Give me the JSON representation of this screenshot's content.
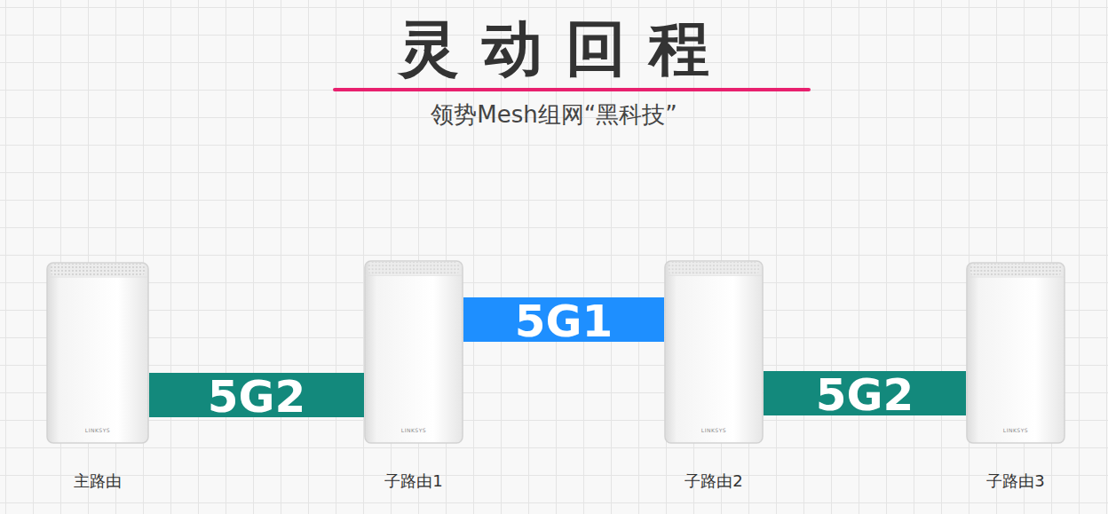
{
  "diagram": {
    "title": "灵动回程",
    "nodes": [
      {
        "text": [
          "LINKSYS",
          "主路由"
        ]
      },
      {
        "text": [
          "LINKSYS",
          "子路由1"
        ]
      },
      {
        "text": [
          "LINKSYS",
          "子路由2"
        ]
      },
      {
        "text": [
          "LINKSYS",
          "子路由3"
        ]
      }
    ],
    "edges": [
      {
        "from": 0,
        "to": 1,
        "arrow": "none",
        "label": "5G2"
      },
      {
        "from": 1,
        "to": 2,
        "arrow": "none",
        "label": "5G1"
      },
      {
        "from": 2,
        "to": 3,
        "arrow": "none",
        "label": "5G2"
      }
    ],
    "labels": [
      "领势Mesh组网“黑科技”"
    ]
  }
}
